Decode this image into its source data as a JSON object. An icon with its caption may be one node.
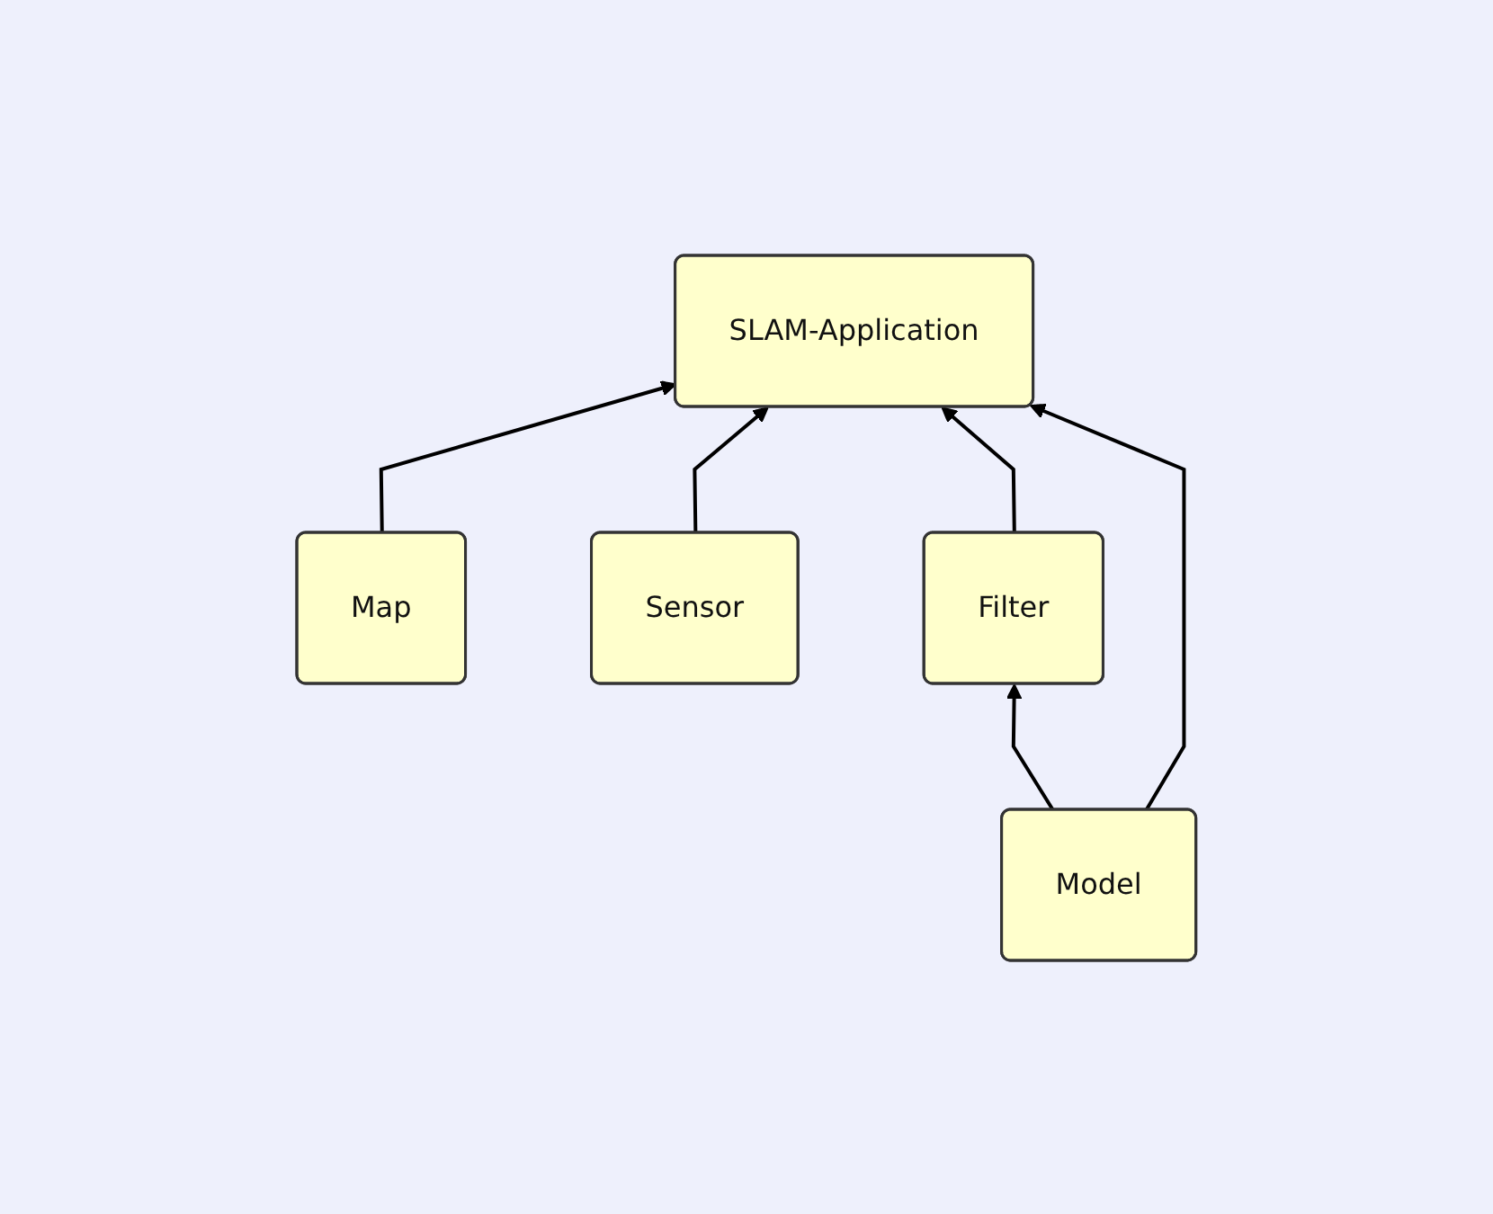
{
  "diagram": {
    "nodes": [
      {
        "text": [
          "Map"
        ]
      },
      {
        "text": [
          "SLAM-Application"
        ]
      },
      {
        "text": [
          "Sensor"
        ]
      },
      {
        "text": [
          "Filter"
        ]
      },
      {
        "text": [
          "Model"
        ]
      }
    ],
    "edges": [
      {
        "from": 0,
        "to": 1,
        "arrow": "to"
      },
      {
        "from": 2,
        "to": 1,
        "arrow": "to"
      },
      {
        "from": 3,
        "to": 1,
        "arrow": "to"
      },
      {
        "from": 4,
        "to": 1,
        "arrow": "to"
      },
      {
        "from": 4,
        "to": 3,
        "arrow": "to"
      }
    ]
  }
}
